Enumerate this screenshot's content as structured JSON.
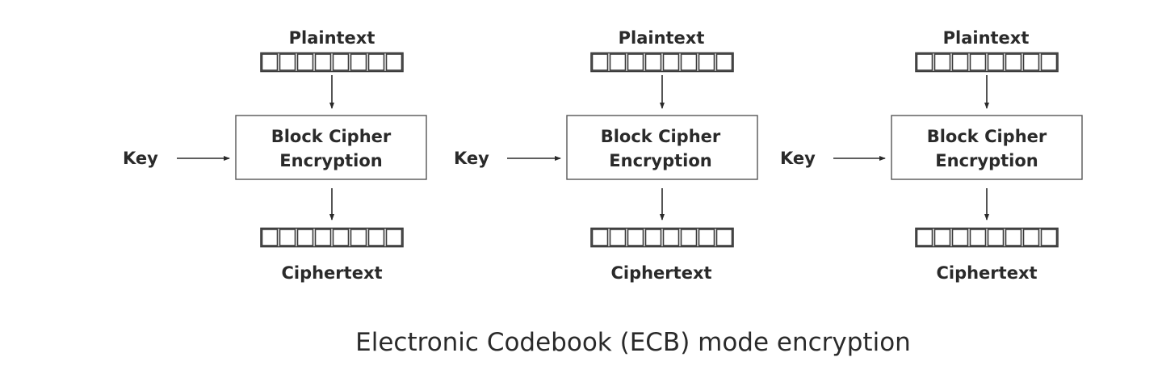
{
  "diagram": {
    "stages": [
      {
        "plaintext_label": "Plaintext",
        "key_label": "Key",
        "cipher_line1": "Block Cipher",
        "cipher_line2": "Encryption",
        "ciphertext_label": "Ciphertext"
      },
      {
        "plaintext_label": "Plaintext",
        "key_label": "Key",
        "cipher_line1": "Block Cipher",
        "cipher_line2": "Encryption",
        "ciphertext_label": "Ciphertext"
      },
      {
        "plaintext_label": "Plaintext",
        "key_label": "Key",
        "cipher_line1": "Block Cipher",
        "cipher_line2": "Encryption",
        "ciphertext_label": "Ciphertext"
      }
    ],
    "block_cells": 8,
    "caption": "Electronic Codebook (ECB) mode encryption"
  }
}
